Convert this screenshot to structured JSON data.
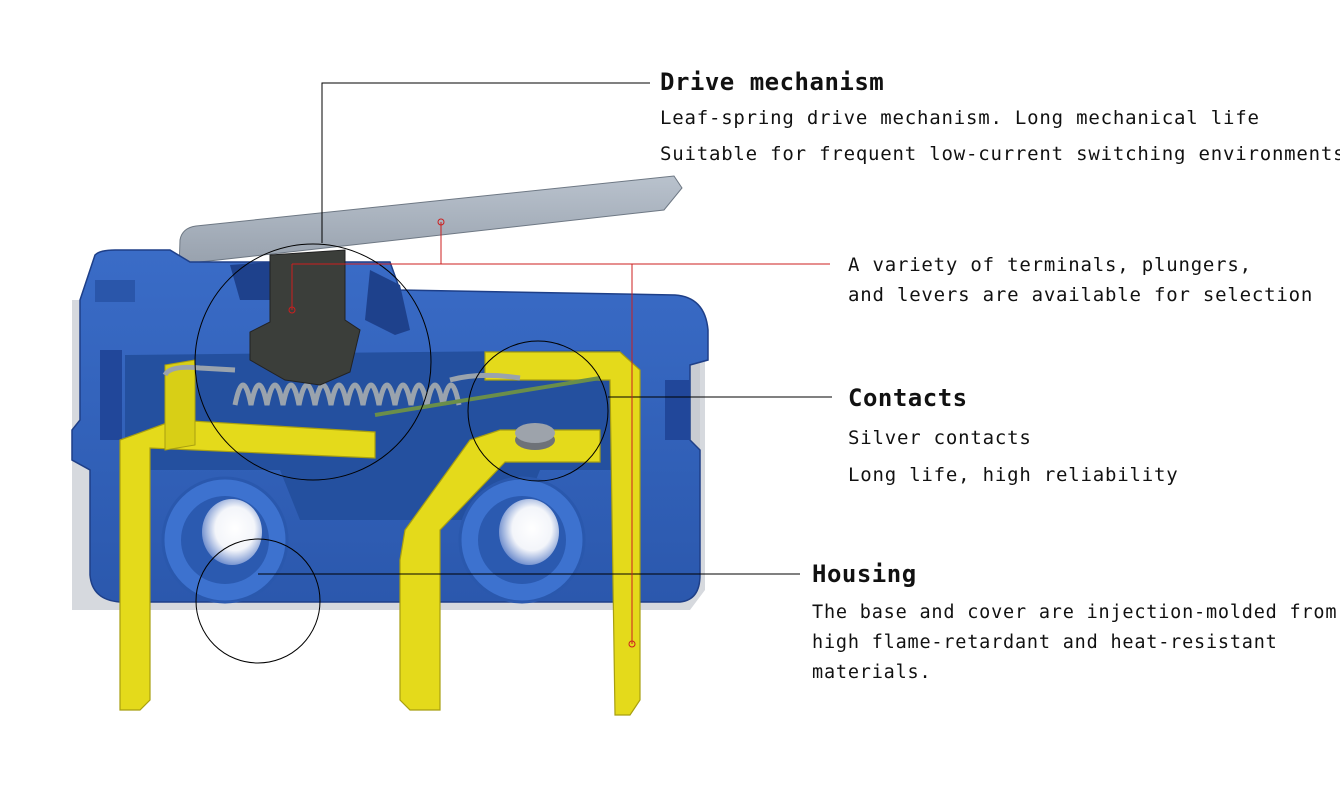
{
  "callouts": {
    "drive": {
      "title": "Drive mechanism",
      "lines": [
        "Leaf-spring drive mechanism. Long mechanical life",
        "Suitable for frequent low-current switching environments"
      ]
    },
    "options": {
      "lines": [
        "A variety of terminals, plungers,",
        "and levers are available for selection"
      ]
    },
    "contacts": {
      "title": "Contacts",
      "lines": [
        "Silver contacts",
        "Long life, high reliability"
      ]
    },
    "housing": {
      "title": "Housing",
      "lines": [
        "The base and cover are injection-molded from",
        "high flame-retardant and heat-resistant",
        "materials."
      ]
    }
  },
  "colors": {
    "housing_blue": "#2f5fb8",
    "housing_dark": "#22489a",
    "terminal_yellow": "#e6dc1c",
    "lever_gray": "#9aa5b3",
    "plunger_dark": "#3a3d3a",
    "leader_black": "#000000",
    "leader_red": "#cc1f1f"
  }
}
